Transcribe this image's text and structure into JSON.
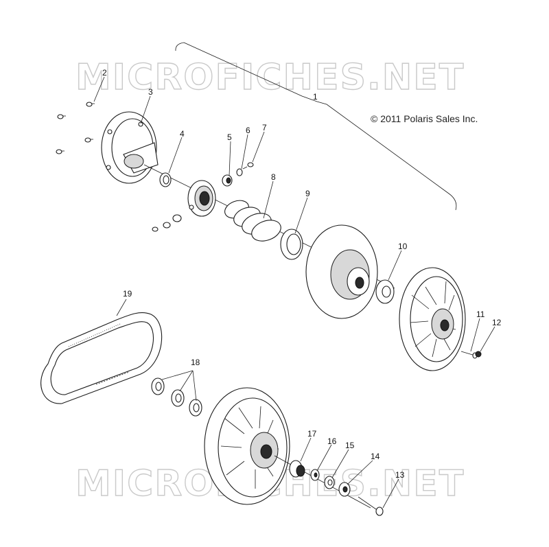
{
  "watermark_text": "MICROFICHES.NET",
  "copyright": "© 2011 Polaris Sales Inc.",
  "callouts": {
    "c1": "1",
    "c2": "2",
    "c3": "3",
    "c4": "4",
    "c5": "5",
    "c6": "6",
    "c7": "7",
    "c8": "8",
    "c9": "9",
    "c10": "10",
    "c11": "11",
    "c12": "12",
    "c13": "13",
    "c14": "14",
    "c15": "15",
    "c16": "16",
    "c17": "17",
    "c18": "18",
    "c19": "19"
  }
}
